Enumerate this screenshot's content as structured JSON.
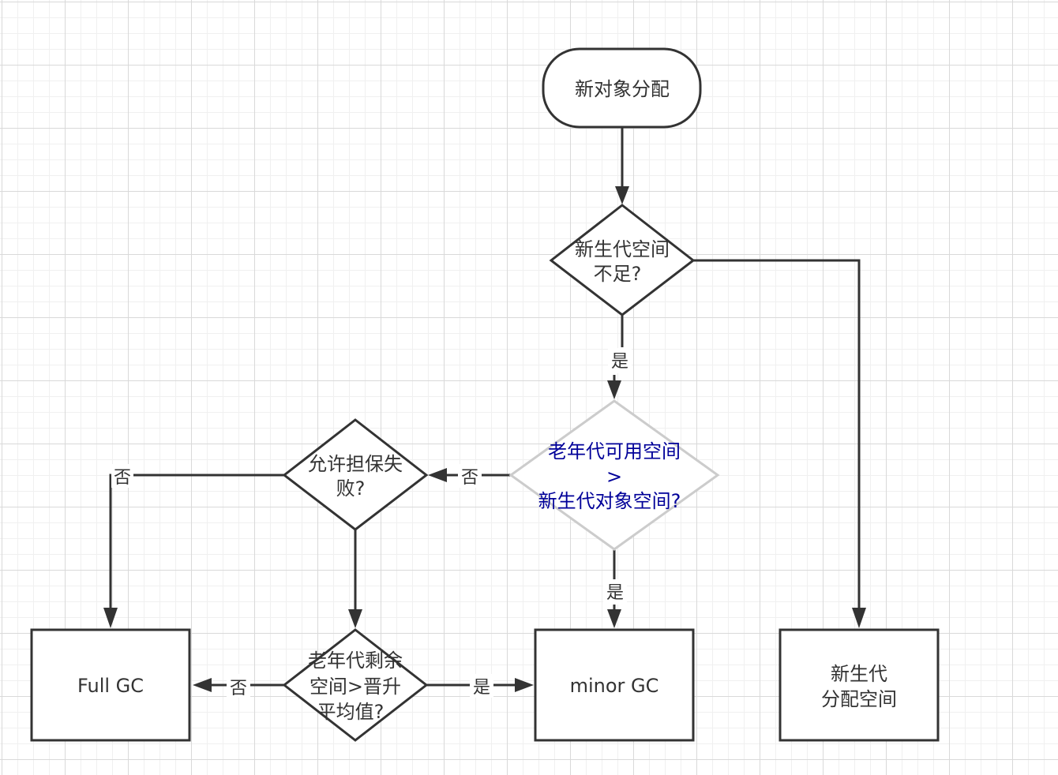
{
  "nodes": {
    "start": {
      "label": "新对象分配"
    },
    "young_insufficient": {
      "line1": "新生代空间",
      "line2": "不足?"
    },
    "old_gt_young": {
      "line1": "老年代可用空间",
      "line2": ">",
      "line3": "新生代对象空间?"
    },
    "allow_guarantee_fail": {
      "line1": "允许担保失",
      "line2": "败?"
    },
    "old_remaining_gt_avg": {
      "line1": "老年代剩余",
      "line2": "空间>晋升",
      "line3": "平均值?"
    },
    "full_gc": {
      "label": "Full GC"
    },
    "minor_gc": {
      "label": "minor GC"
    },
    "young_alloc": {
      "line1": "新生代",
      "line2": "分配空间"
    }
  },
  "edges": {
    "yes1": "是",
    "yes2": "是",
    "yes3": "是",
    "no1": "否",
    "no2": "否",
    "no3": "否"
  },
  "colors": {
    "stroke": "#333333",
    "highlight_stroke": "#cccccc",
    "highlight_text": "#000099"
  }
}
